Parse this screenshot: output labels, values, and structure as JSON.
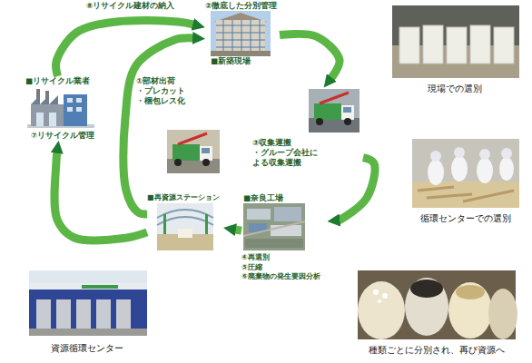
{
  "diagram": {
    "nodes": [
      {
        "text": [
          "②徹底した分別管理",
          "■新築現場"
        ]
      },
      {
        "text": [
          "③収集運搬 ・グループ会社による収集運搬"
        ]
      },
      {
        "text": [
          "■奈良工場",
          "④再選別 ⑤圧縮 ⑥廃棄物の発生要因分析"
        ]
      },
      {
        "text": [
          "■再資源ステーション"
        ]
      },
      {
        "text": [
          "■リサイクル業者",
          "⑦リサイクル管理"
        ]
      },
      {
        "text": [
          "①部材出荷 ・プレカット ・梱包レス化"
        ]
      },
      {
        "text": [
          "現場での選別"
        ]
      },
      {
        "text": [
          "循環センターでの選別"
        ]
      },
      {
        "text": [
          "種類ごとに分別され、再び資源へ"
        ]
      },
      {
        "text": [
          "資源循環センター"
        ]
      }
    ],
    "edges": [
      {
        "from": 0,
        "to": 1,
        "arrow": "to"
      },
      {
        "from": 1,
        "to": 2,
        "arrow": "to"
      },
      {
        "from": 2,
        "to": 3,
        "arrow": "to"
      },
      {
        "from": 3,
        "to": 4,
        "arrow": "to"
      },
      {
        "from": 4,
        "to": 0,
        "label": "⑧リサイクル建材の納入",
        "arrow": "to"
      },
      {
        "from": 3,
        "to": 0,
        "arrow": "to"
      }
    ]
  }
}
